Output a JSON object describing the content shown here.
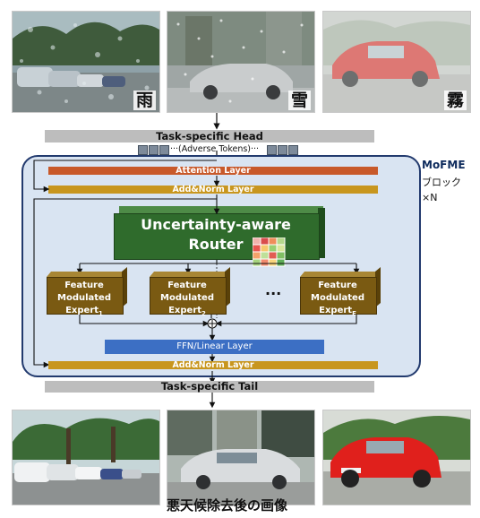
{
  "weather_labels": {
    "rain": "雨",
    "snow": "雪",
    "fog": "霧"
  },
  "head_label": "Task-specific Head",
  "adverse_tokens_label": "···(Adverse Tokens)···",
  "block": {
    "attention_label": "Attention Layer",
    "addnorm_top_label": "Add&Norm Layer",
    "router_line1": "Uncertainty-aware",
    "router_line2": "Router",
    "experts": [
      {
        "line1": "Feature",
        "line2": "Modulated",
        "line3": "Expert",
        "sub": "1"
      },
      {
        "line1": "Feature",
        "line2": "Modulated",
        "line3": "Expert",
        "sub": "2"
      },
      {
        "line1": "Feature",
        "line2": "Modulated",
        "line3": "Expert",
        "sub": "E"
      }
    ],
    "ellipsis": "···",
    "ffn_label": "FFN/Linear Layer",
    "addnorm_bottom_label": "Add&Norm Layer"
  },
  "side_label": {
    "line1": "MoFME",
    "line2": "ブロック",
    "line3": "×N"
  },
  "tail_label": "Task-specific Tail",
  "bottom_caption": "悪天候除去後の画像",
  "colors": {
    "block_bg": "#d9e4f2",
    "block_border": "#223a6e",
    "attention": "#c8592a",
    "addnorm": "#c8961e",
    "router": "#2f6b2c",
    "expert": "#7a5a12",
    "ffn": "#3c6fc4",
    "gray_bar": "#bdbdbd"
  }
}
